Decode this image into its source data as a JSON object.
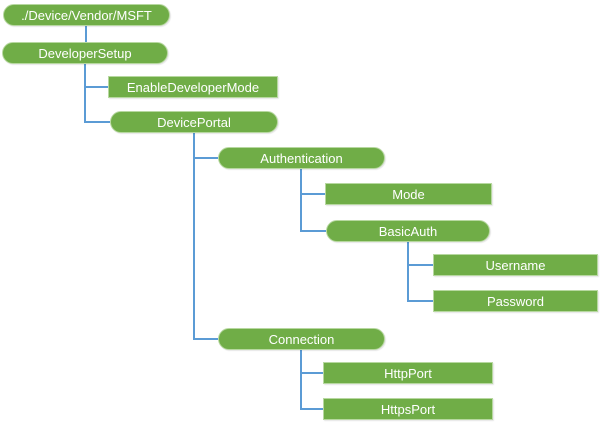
{
  "diagram": {
    "type": "tree",
    "colors": {
      "node_fill": "#70AD47",
      "node_text": "#FFFFFF",
      "connector": "#5B9BD5",
      "background": "#FFFFFF"
    },
    "nodes": [
      {
        "label": "./Device/Vendor/MSFT",
        "shape": "rounded",
        "parent": null
      },
      {
        "label": "DeveloperSetup",
        "shape": "rounded",
        "parent": "./Device/Vendor/MSFT"
      },
      {
        "label": "EnableDeveloperMode",
        "shape": "rectangle",
        "parent": "DeveloperSetup"
      },
      {
        "label": "DevicePortal",
        "shape": "rounded",
        "parent": "DeveloperSetup"
      },
      {
        "label": "Authentication",
        "shape": "rounded",
        "parent": "DevicePortal"
      },
      {
        "label": "Mode",
        "shape": "rectangle",
        "parent": "Authentication"
      },
      {
        "label": "BasicAuth",
        "shape": "rounded",
        "parent": "Authentication"
      },
      {
        "label": "Username",
        "shape": "rectangle",
        "parent": "BasicAuth"
      },
      {
        "label": "Password",
        "shape": "rectangle",
        "parent": "BasicAuth"
      },
      {
        "label": "Connection",
        "shape": "rounded",
        "parent": "DevicePortal"
      },
      {
        "label": "HttpPort",
        "shape": "rectangle",
        "parent": "Connection"
      },
      {
        "label": "HttpsPort",
        "shape": "rectangle",
        "parent": "Connection"
      }
    ]
  }
}
